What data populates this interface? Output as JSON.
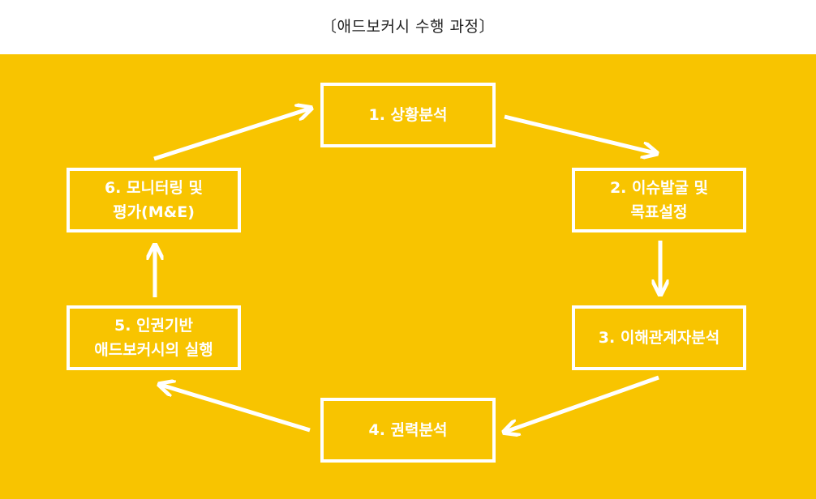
{
  "title": "〔애드보커시 수행 과정〕",
  "colors": {
    "panel": "#F8C400",
    "box_border": "#FFFFFF",
    "text": "#FFFFFF",
    "arrow": "#FFFFFF"
  },
  "steps": [
    {
      "label": "1. 상황분석"
    },
    {
      "label": "2. 이슈발굴 및\n목표설정"
    },
    {
      "label": "3. 이해관계자분석"
    },
    {
      "label": "4. 권력분석"
    },
    {
      "label": "5. 인권기반\n애드보커시의 실행"
    },
    {
      "label": "6. 모니터링 및\n평가(M&E)"
    }
  ]
}
